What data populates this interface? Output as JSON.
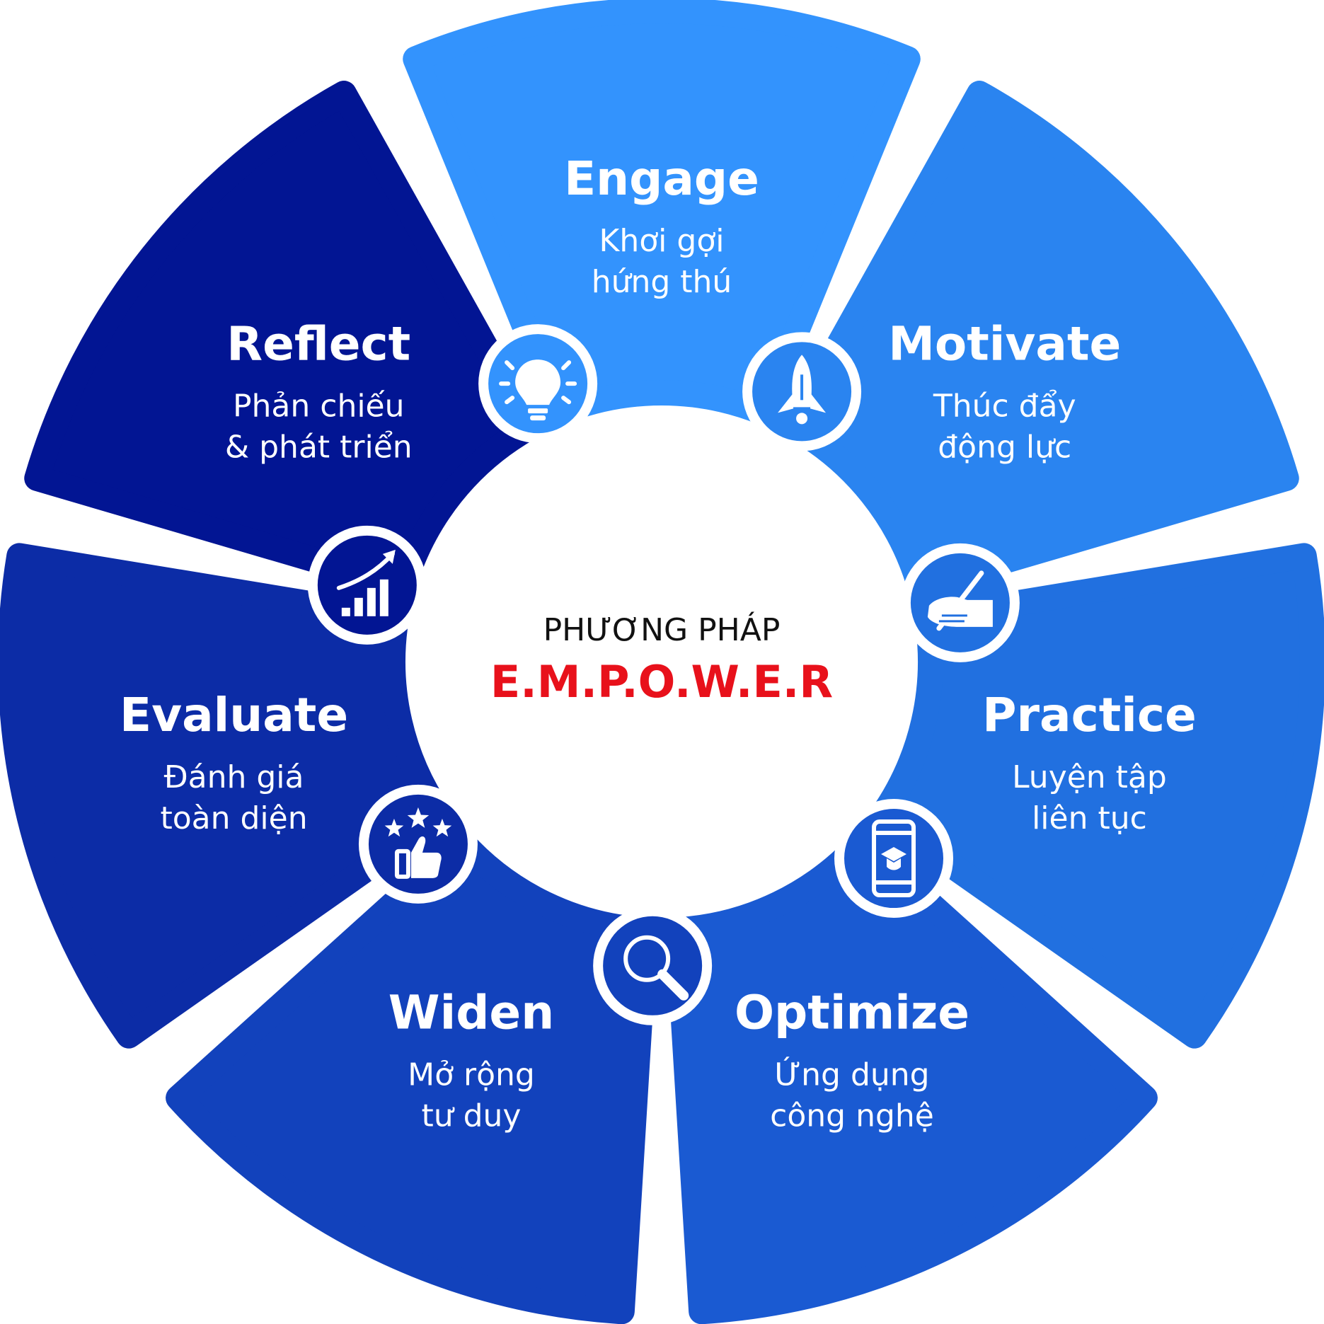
{
  "center": {
    "line1": "PHƯƠNG PHÁP",
    "line2": "E.M.P.O.W.E.R",
    "line2_color": "#e8111b"
  },
  "steps": [
    {
      "id": "engage",
      "title": "Engage",
      "subtitle_lines": [
        "Khơi gợi",
        "hứng thú"
      ],
      "color": "#3393fd",
      "icon": "lightbulb-icon"
    },
    {
      "id": "motivate",
      "title": "Motivate",
      "subtitle_lines": [
        "Thúc đẩy",
        "động lực"
      ],
      "color": "#2a84f0",
      "icon": "rocket-icon"
    },
    {
      "id": "practice",
      "title": "Practice",
      "subtitle_lines": [
        "Luyện tập",
        "liên tục"
      ],
      "color": "#2170e0",
      "icon": "hand-writing-icon"
    },
    {
      "id": "optimize",
      "title": "Optimize",
      "subtitle_lines": [
        "Ứng dụng",
        "công nghệ"
      ],
      "color": "#1a5ad2",
      "icon": "smartphone-graduation-icon"
    },
    {
      "id": "widen",
      "title": "Widen",
      "subtitle_lines": [
        "Mở rộng",
        "tư duy"
      ],
      "color": "#1242bc",
      "icon": "magnifier-icon"
    },
    {
      "id": "evaluate",
      "title": "Evaluate",
      "subtitle_lines": [
        "Đánh giá",
        "toàn diện"
      ],
      "color": "#0c2ca6",
      "icon": "thumbs-up-stars-icon"
    },
    {
      "id": "reflect",
      "title": "Reflect",
      "subtitle_lines": [
        "Phản chiếu",
        "& phát triển"
      ],
      "color": "#021593",
      "icon": "growth-chart-icon"
    }
  ]
}
